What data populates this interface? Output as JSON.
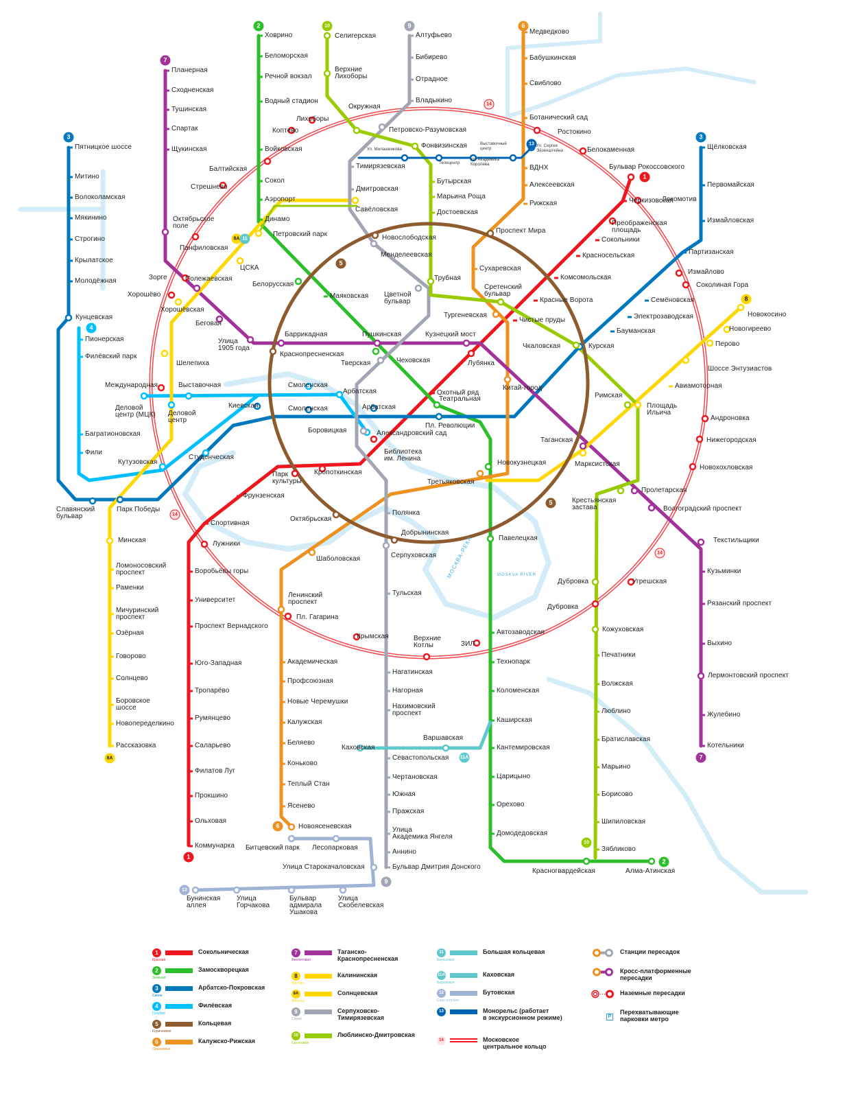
{
  "lines": [
    {
      "number": "1",
      "name": "Сокольническая",
      "color_name": "Красная",
      "color": "#EF161E",
      "stations": [
        "Бульвар Рокоссовского",
        "Черкизовская",
        "Преображенская\nплощадь",
        "Сокольники",
        "Красносельская",
        "Комсомольская",
        "Красные Ворота",
        "Чистые пруды",
        "Лубянка",
        "Охотный ряд",
        "Библиотека\nим. Ленина",
        "Кропоткинская",
        "Парк\nкультуры",
        "Фрунзенская",
        "Спортивная",
        "Воробьёвы горы",
        "Университет",
        "Проспект Вернадского",
        "Юго-Западная",
        "Тропарёво",
        "Румянцево",
        "Саларьево",
        "Филатов Луг",
        "Прокшино",
        "Ольховая",
        "Коммунарка"
      ]
    },
    {
      "number": "2",
      "name": "Замоскворецкая",
      "color_name": "Зелёная",
      "color": "#2DBE2C",
      "stations": [
        "Ховрино",
        "Беломорская",
        "Речной вокзал",
        "Водный стадион",
        "Войковская",
        "Сокол",
        "Аэропорт",
        "Динамо",
        "Белорусская",
        "Маяковская",
        "Тверская",
        "Театральная",
        "Новокузнецкая",
        "Павелецкая",
        "Автозаводская",
        "Технопарк",
        "Коломенская",
        "Каширская",
        "Кантемировская",
        "Царицыно",
        "Орехово",
        "Домодедовская",
        "Красногвардейская",
        "Алма-Атинская"
      ]
    },
    {
      "number": "3",
      "name": "Арбатско-Покровская",
      "color_name": "Синяя",
      "color": "#0078BE",
      "stations": [
        "Щёлковская",
        "Первомайская",
        "Измайловская",
        "Партизанская",
        "Семёновская",
        "Электрозаводская",
        "Бауманская",
        "Курская",
        "Пл. Революции",
        "Арбатская",
        "Смоленская",
        "Киевская",
        "Парк Победы",
        "Славянский\nбульвар",
        "Кунцевская",
        "Молодёжная",
        "Крылатское",
        "Строгино",
        "Мякинино",
        "Волоколамская",
        "Митино",
        "Пятницкое шоссе"
      ]
    },
    {
      "number": "4",
      "name": "Филёвская",
      "color_name": "Голубая",
      "color": "#00BFFF",
      "stations": [
        "Александровский сад",
        "Арбатская",
        "Смоленская",
        "Выставочная",
        "Международная",
        "Деловой\nцентр",
        "Студенческая",
        "Кутузовская",
        "Фили",
        "Багратионовская",
        "Филёвский парк",
        "Пионерская"
      ]
    },
    {
      "number": "5",
      "name": "Кольцевая",
      "color_name": "Коричневая",
      "color": "#8D5B2D",
      "stations": [
        "Новослободская",
        "Краснопресненская",
        "Добрынинская",
        "Октябрьская",
        "Проспект Мира"
      ]
    },
    {
      "number": "6",
      "name": "Калужско-Рижская",
      "color_name": "Оранжевая",
      "color": "#ED9121",
      "stations": [
        "Медведково",
        "Бабушкинская",
        "Свиблово",
        "Ботанический сад",
        "ВДНХ",
        "Алексеевская",
        "Рижская",
        "Сухаревская",
        "Тургеневская",
        "Китай-город",
        "Третьяковская",
        "Шаболовская",
        "Ленинский\nпроспект",
        "Академическая",
        "Профсоюзная",
        "Новые Черемушки",
        "Калужская",
        "Беляево",
        "Коньково",
        "Теплый Стан",
        "Ясенево",
        "Новоясеневская"
      ]
    },
    {
      "number": "7",
      "name": "Таганско-\nКраснопресненская",
      "color_name": "Фиолетовая",
      "color": "#A2319A",
      "stations": [
        "Планерная",
        "Сходненская",
        "Тушинская",
        "Спартак",
        "Щукинская",
        "Октябрьское\nполе",
        "Полежаевская",
        "Беговая",
        "Улица\n1905 года",
        "Баррикадная",
        "Пушкинская",
        "Кузнецкий мост",
        "Таганская",
        "Пролетарская",
        "Волгоградский проспект",
        "Текстильщики",
        "Кузьминки",
        "Рязанский проспект",
        "Выхино",
        "Лермонтовский проспект",
        "Жулебино",
        "Котельники"
      ]
    },
    {
      "number": "8",
      "name": "Калининская",
      "color_name": "Жёлтая",
      "color": "#FFD702",
      "stations": [
        "Новокосино",
        "Новогиреево",
        "Перово",
        "Шоссе Энтузиастов",
        "Авиамоторная",
        "Площадь\nИльича",
        "Марксистская"
      ]
    },
    {
      "number": "8А",
      "name": "Солнцевская",
      "color_name": "Жёлтая",
      "color": "#FFD702",
      "stations": [
        "Петровский парк",
        "ЦСКА",
        "Хорошёвская",
        "Шелепиха",
        "Савёловская",
        "Минская",
        "Ломоносовский\nпроспект",
        "Раменки",
        "Мичуринский\nпроспект",
        "Озёрная",
        "Говорово",
        "Солнцево",
        "Боровское\nшоссе",
        "Новопеределкино",
        "Рассказовка"
      ]
    },
    {
      "number": "9",
      "name": "Серпуховско-\nТимирязевская",
      "color_name": "Серая",
      "color": "#A2A5B4",
      "stations": [
        "Алтуфьево",
        "Бибирево",
        "Отрадное",
        "Владыкино",
        "Петровско-Разумовская",
        "Тимирязевская",
        "Дмитровская",
        "Менделеевская",
        "Цветной\nбульвар",
        "Чеховская",
        "Боровицкая",
        "Полянка",
        "Серпуховская",
        "Тульская",
        "Нагатинская",
        "Нагорная",
        "Нахимовский\nпроспект",
        "Севастопольская",
        "Чертановская",
        "Южная",
        "Пражская",
        "Улица\nАкадемика Янгеля",
        "Аннино",
        "Бульвар Дмитрия Донского"
      ]
    },
    {
      "number": "10",
      "name": "Люблинско-Дмитровская",
      "color_name": "Салатовая",
      "color": "#99CC00",
      "stations": [
        "Селигерская",
        "Верхние\nЛихоборы",
        "Окружная",
        "Фонвизинская",
        "Бутырская",
        "Марьина Роща",
        "Достоевская",
        "Трубная",
        "Сретенский\nбульвар",
        "Чкаловская",
        "Римская",
        "Крестьянская\nзастава",
        "Дубровка",
        "Кожуховская",
        "Печатники",
        "Волжская",
        "Люблино",
        "Братиславская",
        "Марьино",
        "Борисово",
        "Шипиловская",
        "Зябликово"
      ]
    },
    {
      "number": "11",
      "name": "Большая кольцевая",
      "color_name": "Бирюзовая",
      "color": "#5FC8CC",
      "stations": []
    },
    {
      "number": "11А",
      "name": "Каховская",
      "color_name": "Бирюзовая",
      "color": "#5FC8CC",
      "stations": [
        "Варшавская",
        "Каховская"
      ]
    },
    {
      "number": "12",
      "name": "Бутовская",
      "color_name": "Серо-голубая",
      "color": "#A1B3D4",
      "stations": [
        "Битцевский парк",
        "Лесопарковая",
        "Улица Старокачаловская",
        "Улица\nСкобелевская",
        "Бульвар\nадмирала\nУшакова",
        "Улица\nГорчакова",
        "Бунинская\nаллея"
      ]
    },
    {
      "number": "13",
      "name": "Монорельс (работает\nв экскурсионном режиме)",
      "color_name": "",
      "color": "#0064B5",
      "stations": [
        "Ул. Милашенкова",
        "Телецентр",
        "Ул. Академика\nКоролева",
        "Выставочный\nцентр",
        "Ул. Сергея\nЭйзенштейна"
      ]
    },
    {
      "number": "14",
      "name": "Московское\nцентральное кольцо",
      "color_name": "",
      "color": "#EF161E",
      "stations": [
        "Лихоборы",
        "Коптево",
        "Балтийская",
        "Стрешнево",
        "Панфиловская",
        "Зорге",
        "Хорошёво",
        "Деловой\nцентр (МЦК)",
        "Лужники",
        "Пл. Гагарина",
        "Крымская",
        "Верхние\nКотлы",
        "ЗИЛ",
        "Угрешская",
        "Дубровка",
        "Новохохловская",
        "Нижегородская",
        "Андроновка",
        "Соколиная Гора",
        "Измайлово",
        "Локомотив",
        "Ростокино",
        "Белокаменная"
      ]
    }
  ],
  "legend_symbols": [
    {
      "label": "Станции пересадок",
      "icon": "transfer-icon"
    },
    {
      "label": "Кросс-платформенные\nпересадки",
      "icon": "cross-platform-icon"
    },
    {
      "label": "Наземные пересадки",
      "icon": "ground-transfer-icon"
    },
    {
      "label": "Перехватывающие\nпарковки метро",
      "icon": "parking-icon"
    }
  ],
  "river": {
    "name_ru": "МОСКВА-РЕКА",
    "name_en": "MOSKVA RIVER"
  },
  "parking_glyph": "P"
}
